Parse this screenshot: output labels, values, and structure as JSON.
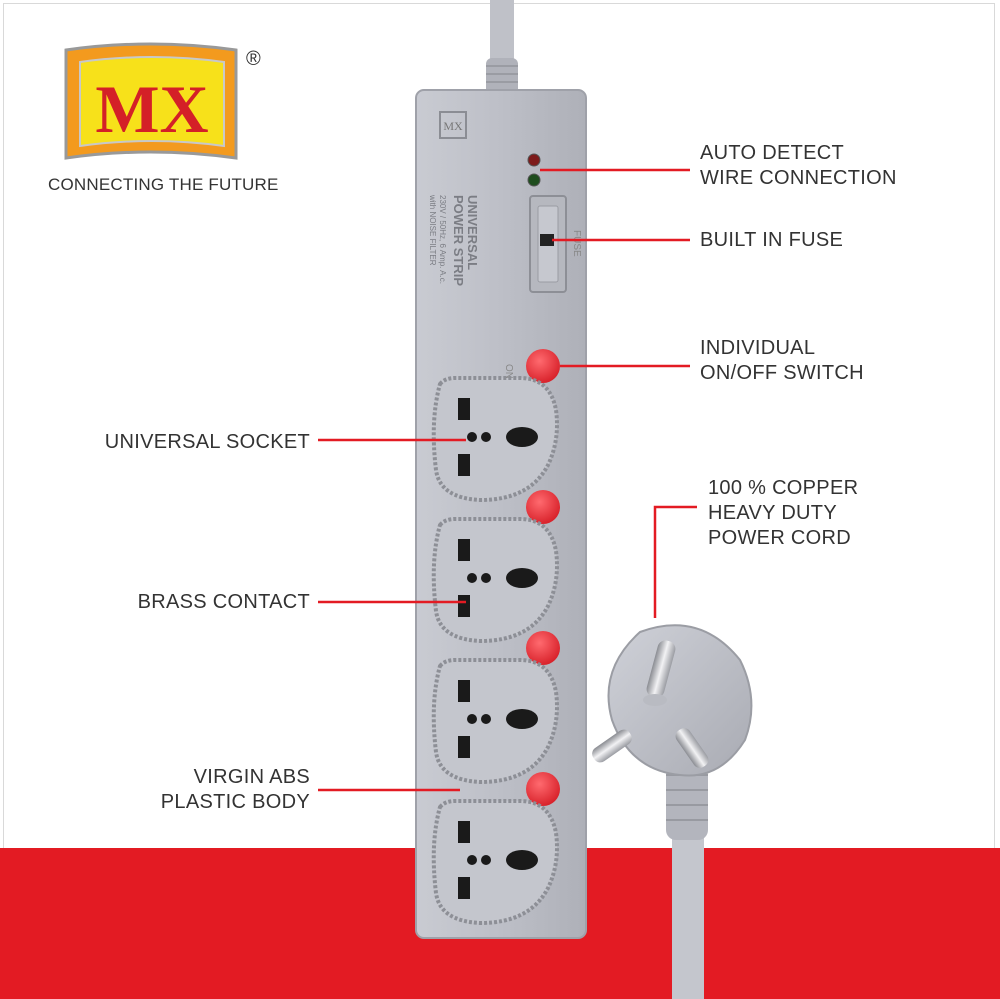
{
  "brand": {
    "logo_text": "MX",
    "registered_mark": "®",
    "tagline": "CONNECTING THE FUTURE"
  },
  "product": {
    "strip_text_1": "UNIVERSAL",
    "strip_text_2": "POWER STRIP",
    "strip_text_3": "230V / 50Hz, 6 Amp. A.c.",
    "strip_text_4": "with NOISE FILTER",
    "fuse_text": "FUSE",
    "on_text": "ON"
  },
  "callouts": {
    "auto_detect": [
      "AUTO DETECT",
      "WIRE CONNECTION"
    ],
    "built_in_fuse": [
      "BUILT IN FUSE"
    ],
    "switch": [
      "INDIVIDUAL",
      "ON/OFF SWITCH"
    ],
    "copper_cord": [
      "100 % COPPER",
      "HEAVY DUTY",
      "POWER CORD"
    ],
    "universal_socket": [
      "UNIVERSAL SOCKET"
    ],
    "brass_contact": [
      "BRASS CONTACT"
    ],
    "abs_body": [
      "VIRGIN ABS",
      "PLASTIC BODY"
    ]
  },
  "colors": {
    "accent_red": "#e31b23",
    "body_grey": "#bcbec7",
    "button_red": "#e8323b",
    "logo_yellow": "#f7e11a",
    "logo_orange": "#f39a1e",
    "logo_red_text": "#d42027"
  }
}
